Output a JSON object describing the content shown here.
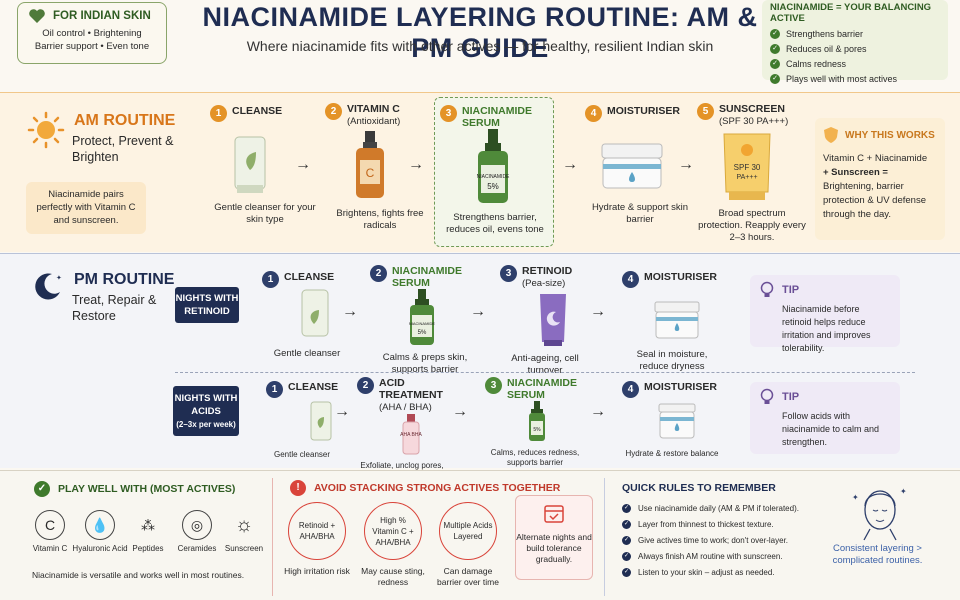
{
  "header": {
    "title": "NIACINAMIDE LAYERING ROUTINE: AM & PM GUIDE",
    "subtitle": "Where niacinamide fits with other actives — for healthy, resilient Indian skin"
  },
  "badge_left": {
    "title": "FOR INDIAN SKIN",
    "line1": "Oil control • Brightening",
    "line2": "Barrier support • Even tone"
  },
  "badge_right": {
    "title": "NIACINAMIDE = YOUR BALANCING ACTIVE",
    "items": [
      "Strengthens barrier",
      "Reduces oil & pores",
      "Calms redness",
      "Plays well with most actives"
    ]
  },
  "am": {
    "title": "AM ROUTINE",
    "subtitle": "Protect, Prevent & Brighten",
    "note": "Niacinamide pairs perfectly with Vitamin C and sunscreen.",
    "steps": [
      {
        "num": "1",
        "name": "CLEANSE",
        "sub": "",
        "caption": "Gentle cleanser for your skin type"
      },
      {
        "num": "2",
        "name": "VITAMIN C",
        "sub": "(Antioxidant)",
        "caption": "Brightens, fights free radicals"
      },
      {
        "num": "3",
        "name": "NIACINAMIDE SERUM",
        "sub": "",
        "caption": "Strengthens barrier, reduces oil, evens tone"
      },
      {
        "num": "4",
        "name": "MOISTURISER",
        "sub": "",
        "caption": "Hydrate & support skin barrier"
      },
      {
        "num": "5",
        "name": "SUNSCREEN",
        "sub": "(SPF 30 PA+++)",
        "caption": "Broad spectrum protection. Reapply every 2–3 hours."
      }
    ],
    "bottle_c": "C",
    "serum_label": "NIACINAMIDE",
    "serum_pct": "5%",
    "spf_label1": "SPF 30",
    "spf_label2": "PA+++",
    "why": {
      "title": "WHY THIS WORKS",
      "line1": "Vitamin C + Niacinamide",
      "line2": "+ Sunscreen =",
      "line3": "Brightening, barrier protection & UV defense through the day."
    }
  },
  "pm": {
    "title": "PM ROUTINE",
    "subtitle": "Treat, Repair & Restore",
    "retinoid_label1": "NIGHTS WITH",
    "retinoid_label2": "RETINOID",
    "acids_label1": "NIGHTS WITH",
    "acids_label2": "ACIDS",
    "acids_label3": "(2–3x per week)",
    "retinoid_steps": [
      {
        "num": "1",
        "name": "CLEANSE",
        "sub": "",
        "caption": "Gentle cleanser"
      },
      {
        "num": "2",
        "name": "NIACINAMIDE SERUM",
        "sub": "",
        "caption": "Calms & preps skin, supports barrier"
      },
      {
        "num": "3",
        "name": "RETINOID",
        "sub": "(Pea-size)",
        "caption": "Anti-ageing, cell turnover"
      },
      {
        "num": "4",
        "name": "MOISTURISER",
        "sub": "",
        "caption": "Seal in moisture, reduce dryness"
      }
    ],
    "acid_steps": [
      {
        "num": "1",
        "name": "CLEANSE",
        "sub": "",
        "caption": "Gentle cleanser"
      },
      {
        "num": "2",
        "name": "ACID TREATMENT",
        "sub": "(AHA / BHA)",
        "caption": "Exfoliate, unclog pores, smooth texture"
      },
      {
        "num": "3",
        "name": "NIACINAMIDE SERUM",
        "sub": "",
        "caption": "Calms, reduces redness, supports barrier"
      },
      {
        "num": "4",
        "name": "MOISTURISER",
        "sub": "",
        "caption": "Hydrate & restore balance"
      }
    ],
    "aha_label": "AHA BHA",
    "serum_small": "NIACINAMIDE",
    "serum_small_pct": "5%",
    "tip1": {
      "title": "TIP",
      "body": "Niacinamide before retinoid helps reduce irritation and improves tolerability."
    },
    "tip2": {
      "title": "TIP",
      "body": "Follow acids with niacinamide to calm and strengthen."
    }
  },
  "bottom": {
    "play": {
      "title": "PLAY WELL WITH (MOST ACTIVES)",
      "items": [
        "Vitamin C",
        "Hyaluronic Acid",
        "Peptides",
        "Ceramides",
        "Sunscreen"
      ],
      "c_glyph": "C",
      "note": "Niacinamide is versatile and works well in most routines."
    },
    "avoid": {
      "title": "AVOID STACKING STRONG ACTIVES TOGETHER",
      "items": [
        {
          "circle": "Retinoid + AHA/BHA",
          "caption": "High irritation risk"
        },
        {
          "circle": "High % Vitamin C + AHA/BHA",
          "caption": "May cause sting, redness"
        },
        {
          "circle": "Multiple Acids Layered",
          "caption": "Can damage barrier over time"
        }
      ],
      "alt": "Alternate nights and build tolerance gradually."
    },
    "rules": {
      "title": "QUICK RULES TO REMEMBER",
      "items": [
        "Use niacinamide daily (AM & PM if tolerated).",
        "Layer from thinnest to thickest texture.",
        "Give actives time to work; don't over-layer.",
        "Always finish AM routine with sunscreen.",
        "Listen to your skin – adjust as needed."
      ],
      "face_caption": "Consistent layering > complicated routines."
    }
  },
  "colors": {
    "navy": "#1f2d52",
    "orange": "#e49327",
    "green": "#4f8a3a",
    "red": "#d9443a",
    "purple": "#6a4f96"
  }
}
